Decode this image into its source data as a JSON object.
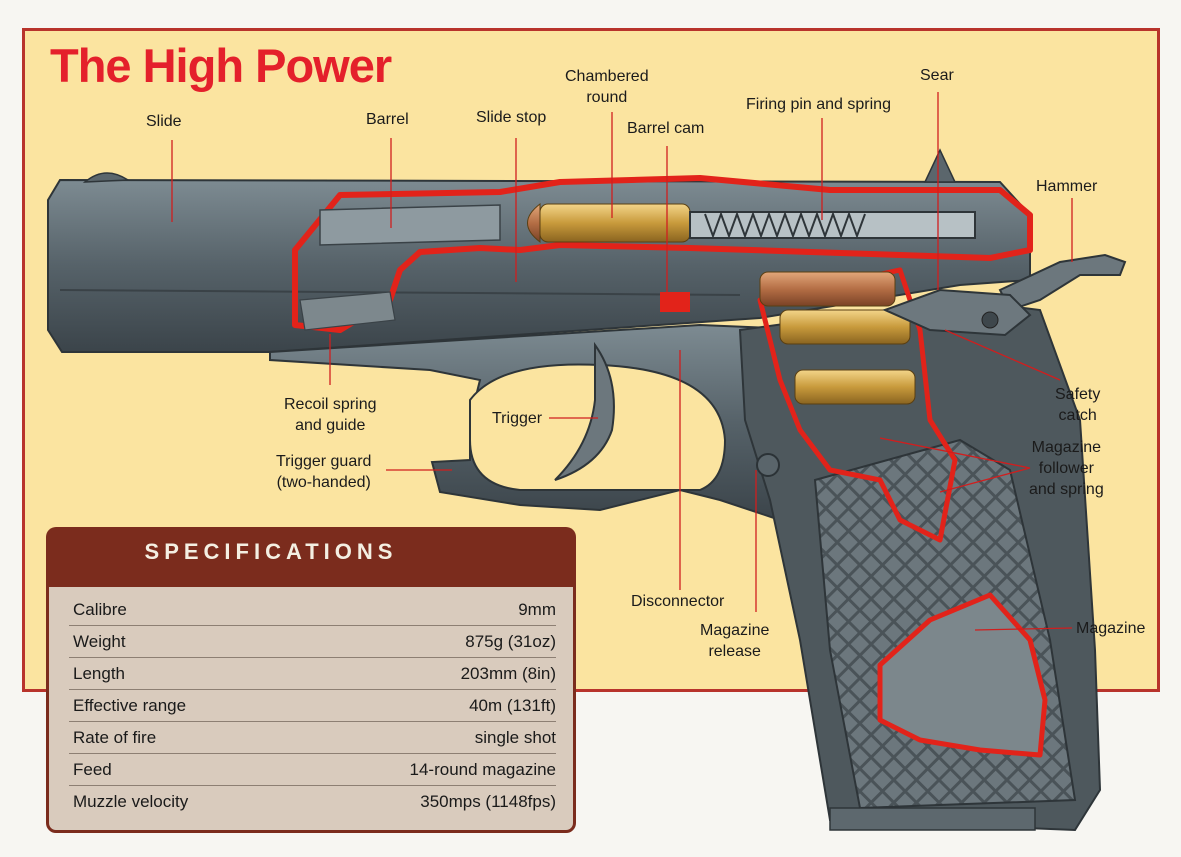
{
  "title": "The High Power",
  "labels": {
    "slide": "Slide",
    "barrel": "Barrel",
    "slide_stop": "Slide stop",
    "chambered_round": "Chambered\nround",
    "barrel_cam": "Barrel cam",
    "firing_pin": "Firing pin and spring",
    "sear": "Sear",
    "hammer": "Hammer",
    "recoil_spring": "Recoil spring\nand guide",
    "trigger": "Trigger",
    "trigger_guard": "Trigger guard\n(two-handed)",
    "safety_catch": "Safety\ncatch",
    "magazine_follower": "Magazine\nfollower\nand spring",
    "disconnector": "Disconnector",
    "magazine_release": "Magazine\nrelease",
    "magazine": "Magazine"
  },
  "specs": {
    "heading": "SPECIFICATIONS",
    "rows": [
      {
        "key": "Calibre",
        "value": "9mm"
      },
      {
        "key": "Weight",
        "value": "875g (31oz)"
      },
      {
        "key": "Length",
        "value": "203mm (8in)"
      },
      {
        "key": "Effective range",
        "value": "40m (131ft)"
      },
      {
        "key": "Rate of fire",
        "value": "single shot"
      },
      {
        "key": "Feed",
        "value": "14-round magazine"
      },
      {
        "key": "Muzzle velocity",
        "value": "350mps (1148fps)"
      }
    ]
  },
  "colors": {
    "background": "#fbe4a0",
    "accent": "#e4202b",
    "frame": "#b8332b",
    "spec_header": "#7b2c1d",
    "spec_body": "#d9cbbd",
    "gun_metal": "#5f6c73"
  }
}
